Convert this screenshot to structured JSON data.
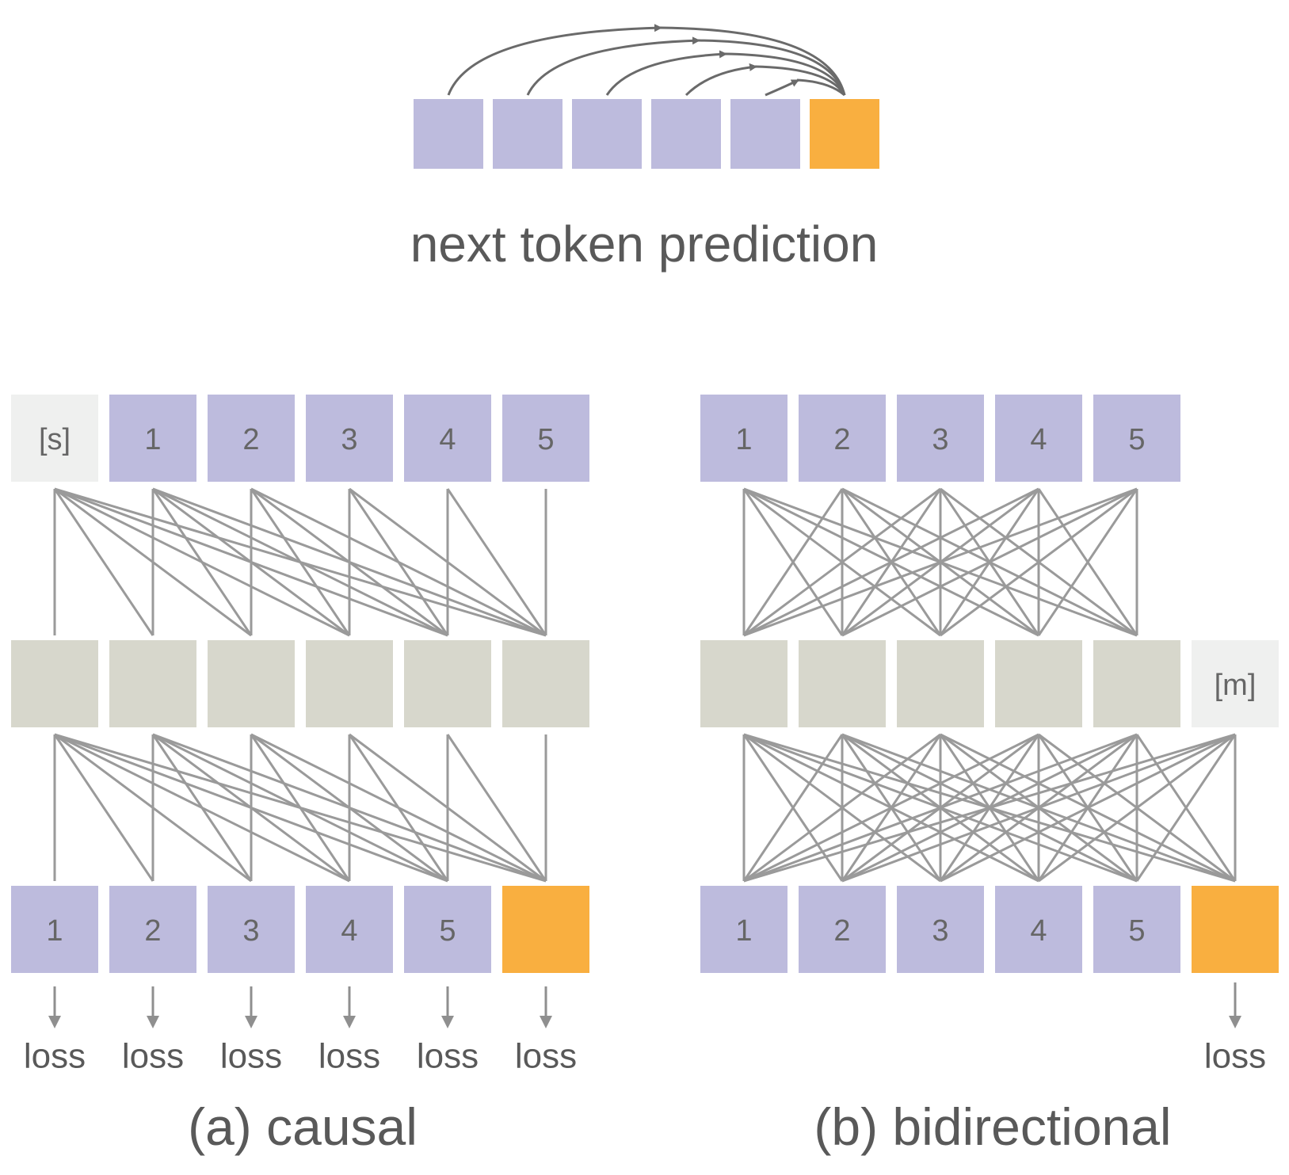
{
  "colors": {
    "input_token": "#BDBBDD",
    "hidden_token": "#D7D7CC",
    "special_token": "#EFF0EF",
    "predicted_token": "#F9AF40",
    "connection": "#9A9A9A",
    "text": "#5F5F5F"
  },
  "top": {
    "title": "next token prediction",
    "tokens": [
      "input",
      "input",
      "input",
      "input",
      "input",
      "predicted"
    ]
  },
  "causal": {
    "caption": "(a) causal",
    "input_row": [
      "[s]",
      "1",
      "2",
      "3",
      "4",
      "5"
    ],
    "input_kinds": [
      "special",
      "input",
      "input",
      "input",
      "input",
      "input"
    ],
    "hidden_row_count": 6,
    "output_row": [
      "1",
      "2",
      "3",
      "4",
      "5",
      ""
    ],
    "output_kinds": [
      "input",
      "input",
      "input",
      "input",
      "input",
      "predicted"
    ],
    "loss_labels": [
      "loss",
      "loss",
      "loss",
      "loss",
      "loss",
      "loss"
    ]
  },
  "bidirectional": {
    "caption": "(b) bidirectional",
    "input_row": [
      "1",
      "2",
      "3",
      "4",
      "5"
    ],
    "hidden_row": [
      "",
      "",
      "",
      "",
      "",
      "[m]"
    ],
    "hidden_kinds": [
      "hidden",
      "hidden",
      "hidden",
      "hidden",
      "hidden",
      "special"
    ],
    "output_row": [
      "1",
      "2",
      "3",
      "4",
      "5",
      ""
    ],
    "output_kinds": [
      "input",
      "input",
      "input",
      "input",
      "input",
      "predicted"
    ],
    "loss_labels": [
      "loss"
    ]
  }
}
